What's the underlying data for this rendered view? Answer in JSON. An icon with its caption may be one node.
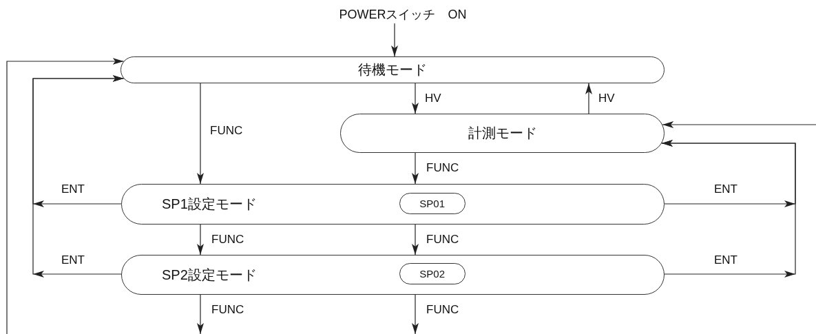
{
  "diagram": {
    "nodes": [
      {
        "text": [
          "POWERスイッチ　ON"
        ]
      },
      {
        "text": [
          "待機モード"
        ]
      },
      {
        "text": [
          "計測モード"
        ]
      },
      {
        "text": [
          "SP1設定モード"
        ]
      },
      {
        "text": [
          "SP01"
        ],
        "in": 3
      },
      {
        "text": [
          "SP2設定モード"
        ]
      },
      {
        "text": [
          "SP02"
        ],
        "in": 5
      }
    ],
    "edges": [
      {
        "from": 0,
        "to": 1,
        "arrow": "to"
      },
      {
        "from": 1,
        "to": 3,
        "arrow": "to",
        "label": "FUNC"
      },
      {
        "from": 1,
        "to": 2,
        "arrow": "to",
        "label": "HV"
      },
      {
        "from": 2,
        "to": 1,
        "arrow": "to",
        "label": "HV"
      },
      {
        "from": 2,
        "to": 3,
        "arrow": "to",
        "label": "FUNC"
      },
      {
        "from": 3,
        "to": 5,
        "arrow": "to",
        "label": "FUNC"
      },
      {
        "from": 3,
        "to": 5,
        "arrow": "to",
        "label": "FUNC"
      },
      {
        "from": 5,
        "to": null,
        "arrow": "to",
        "label": "FUNC"
      },
      {
        "from": 5,
        "to": null,
        "arrow": "to",
        "label": "FUNC"
      },
      {
        "from": 3,
        "to": 1,
        "arrow": "to",
        "label": "ENT"
      },
      {
        "from": 5,
        "to": 1,
        "arrow": "to",
        "label": "ENT"
      },
      {
        "from": null,
        "to": 1,
        "arrow": "to"
      },
      {
        "from": 3,
        "to": 2,
        "arrow": "to",
        "label": "ENT"
      },
      {
        "from": 5,
        "to": 2,
        "arrow": "to",
        "label": "ENT"
      },
      {
        "from": null,
        "to": 2,
        "arrow": "to"
      }
    ]
  }
}
